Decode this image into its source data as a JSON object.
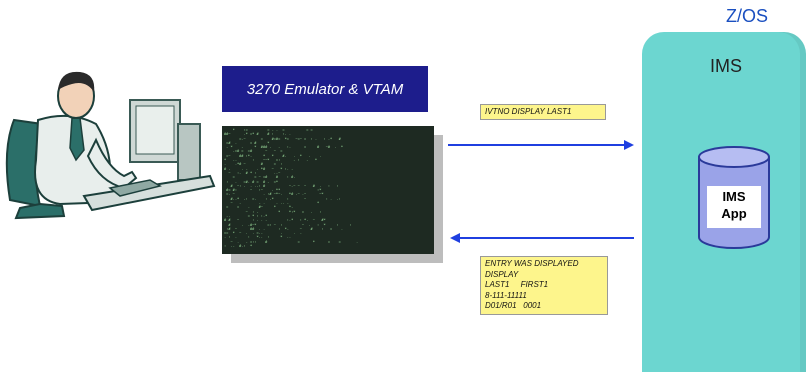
{
  "zos": {
    "label": "Z/OS",
    "ims_label": "IMS"
  },
  "ims_app": {
    "line1": "IMS",
    "line2": "App"
  },
  "emulator": {
    "title": "3270 Emulator & VTAM"
  },
  "request": {
    "text": "IVTNO  DISPLAY LAST1"
  },
  "response": {
    "lines": [
      "ENTRY WAS DISPLAYED",
      "DISPLAY",
      "LAST1     FIRST1",
      "8-111-11111",
      "D01/R01   0001"
    ]
  },
  "colors": {
    "zos_box": "#6cd6d0",
    "zos_label": "#1a4fc0",
    "emulator_title_bg": "#1d1d8c",
    "arrow": "#1f3fe0",
    "message_bg": "#fdf58c"
  }
}
